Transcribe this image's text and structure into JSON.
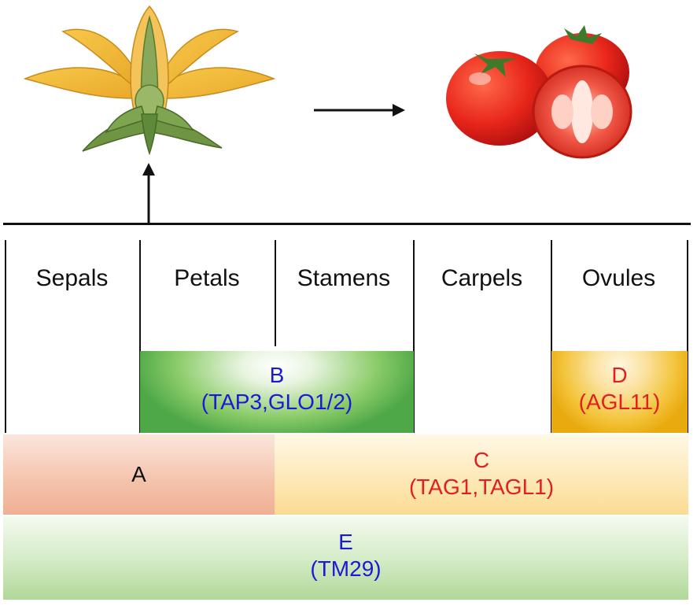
{
  "whorls": [
    "Sepals",
    "Petals",
    "Stamens",
    "Carpels",
    "Ovules"
  ],
  "genes": {
    "b": {
      "letter": "B",
      "name": "(TAP3,GLO1/2)"
    },
    "d": {
      "letter": "D",
      "name": "(AGL11)"
    },
    "a": {
      "letter": "A"
    },
    "c": {
      "letter": "C",
      "name": "(TAG1,TAGL1)"
    },
    "e": {
      "letter": "E",
      "name": "(TM29)"
    }
  },
  "colors": {
    "blue_text": "#1a1ad6",
    "red_text": "#e02020",
    "b_band": "#5cb85c",
    "d_band": "#f0b400",
    "a_band": "#f2b49c",
    "c_band": "#fbe2a0",
    "e_band": "#b5dba0"
  },
  "icons": [
    "flower-illustration",
    "tomato-fruit-illustration"
  ]
}
